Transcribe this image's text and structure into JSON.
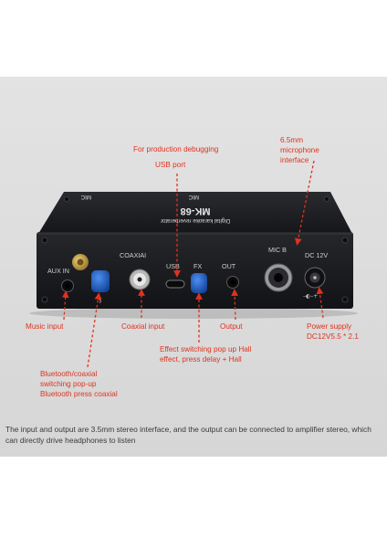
{
  "callouts": {
    "production_debugging": "For production debugging",
    "usb_port": "USB port",
    "microphone": "6.5mm microphone interface",
    "music_input": "Music input",
    "coaxial_input": "Coaxial input",
    "output": "Output",
    "power_supply": "Power supply DC12V5.5 * 2.1",
    "effect_switching": "Effect switching pop up Hall effect, press delay + Hall",
    "bluetooth_coaxial": "Bluetooth/coaxial switching pop-up Bluetooth press coaxial"
  },
  "panel_labels": {
    "aux_in": "AUX IN",
    "coaxial": "COAXIAI",
    "usb": "USB",
    "fx": "FX",
    "out": "OUT",
    "mic_b": "MIC B",
    "dc_12v": "DC 12V",
    "model": "MK-68",
    "top_print": "Digital karaoke reverberator",
    "small_left": "MIC",
    "small_right": "MIC"
  },
  "caption": "The input and output are 3.5mm stereo interface, and the output can be connected to amplifier stereo, which can directly drive headphones to listen",
  "colors": {
    "callout_red": "#e0321e",
    "device_body": "#1e1f22",
    "knob_blue": "#1f5fbf",
    "antenna_gold": "#c9a24a"
  }
}
